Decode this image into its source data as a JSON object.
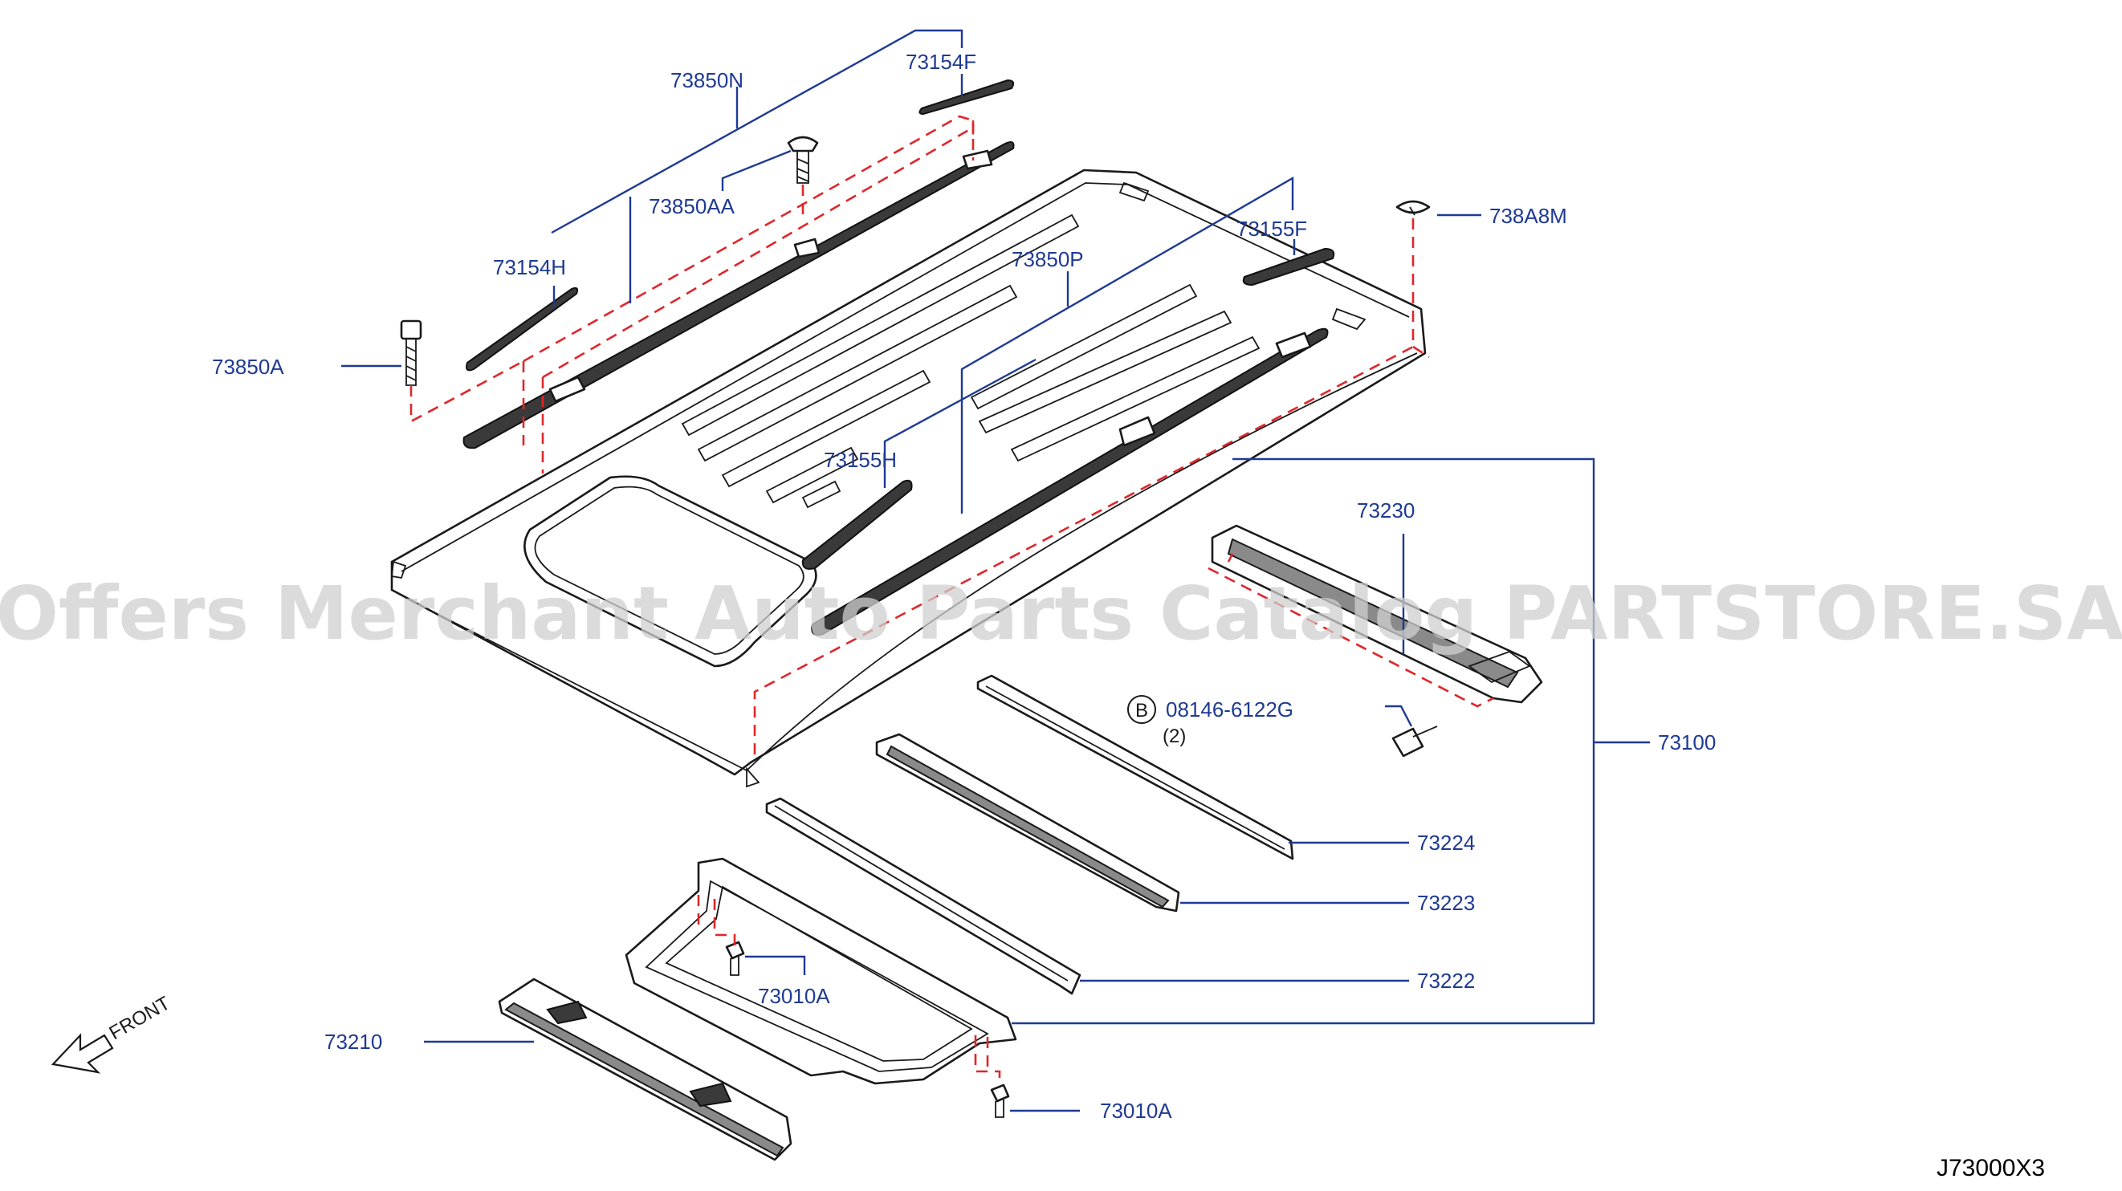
{
  "labels": {
    "l73850N": "73850N",
    "l73154F": "73154F",
    "l73850AA": "73850AA",
    "l73154H": "73154H",
    "l73850A": "73850A",
    "l73850P": "73850P",
    "l73155F": "73155F",
    "l738A8M": "738A8M",
    "l73155H": "73155H",
    "l73230": "73230",
    "l08146": "08146-6122G",
    "l08146_qty": "(2)",
    "l08146_badge": "B",
    "l73100": "73100",
    "l73224": "73224",
    "l73223": "73223",
    "l73222": "73222",
    "l73010A_1": "73010A",
    "l73010A_2": "73010A",
    "l73210": "73210",
    "front": "FRONT"
  },
  "diagram_code": "J73000X3",
  "watermark": "Offers Merchant Auto Parts Catalog PARTSTORE.SA",
  "colors": {
    "label": "#1f3a93",
    "dashed_leader": "#e0262a",
    "line_art": "#1a1a1a"
  }
}
